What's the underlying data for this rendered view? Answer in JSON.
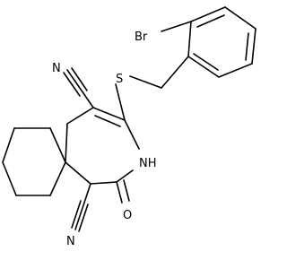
{
  "molecule": {
    "atoms": {
      "bromine": "Br",
      "sulfur": "S",
      "nitrile_top": "N",
      "nitrile_bottom": "N",
      "amide_nh": "NH",
      "carbonyl_o": "O"
    }
  }
}
